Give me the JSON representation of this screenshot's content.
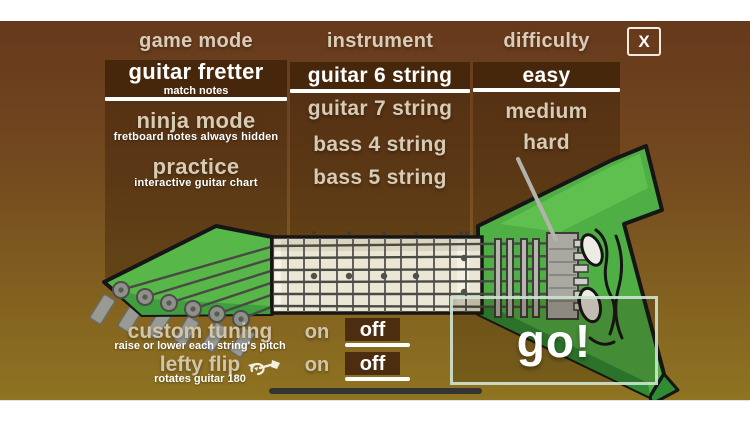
{
  "screen": {
    "close_label": "X"
  },
  "menus": {
    "game_mode": {
      "header": "game mode",
      "selected": "guitar fretter",
      "options": [
        {
          "label": "guitar fretter",
          "sublabel": "match notes"
        },
        {
          "label": "ninja mode",
          "sublabel": "fretboard notes always hidden"
        },
        {
          "label": "practice",
          "sublabel": "interactive guitar chart"
        }
      ]
    },
    "instrument": {
      "header": "instrument",
      "selected": "guitar 6 string",
      "options": [
        {
          "label": "guitar 6 string"
        },
        {
          "label": "guitar 7 string"
        },
        {
          "label": "bass 4 string"
        },
        {
          "label": "bass 5 string"
        }
      ]
    },
    "difficulty": {
      "header": "difficulty",
      "selected": "easy",
      "options": [
        {
          "label": "easy"
        },
        {
          "label": "medium"
        },
        {
          "label": "hard"
        }
      ]
    }
  },
  "settings": {
    "custom_tuning": {
      "label": "custom tuning",
      "sublabel": "raise or lower each string's pitch",
      "on_label": "on",
      "off_label": "off",
      "value": "off"
    },
    "lefty_flip": {
      "label": "lefty flip",
      "sublabel": "rotates guitar 180",
      "on_label": "on",
      "off_label": "off",
      "value": "off",
      "icon": "guitar-flip-icon"
    }
  },
  "go_button": {
    "label": "go!"
  },
  "colors": {
    "background_top": "#66391c",
    "background_bottom": "#8f7421",
    "panel_overlay": "#5d3a1c",
    "selected_option_bg": "#46270b",
    "text_light": "#ffffff",
    "text_tan": "#d8cbb4",
    "guitar_green": "#4fae44",
    "guitar_green_dark": "#2f8c35",
    "fretboard_cream": "#ebe7d4",
    "go_box_border": "#cfe5d4",
    "home_indicator": "#343434"
  }
}
